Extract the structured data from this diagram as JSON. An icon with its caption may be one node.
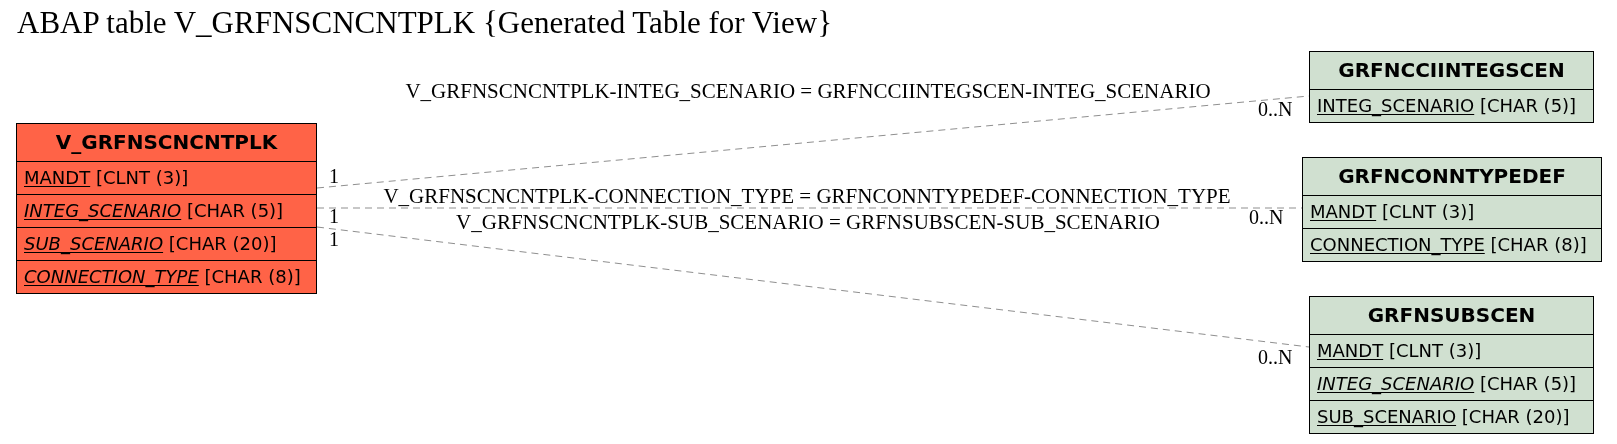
{
  "diagram": {
    "title": "ABAP table V_GRFNSCNCNTPLK {Generated Table for View}",
    "nodes": [
      {
        "text": [
          "V_GRFNSCNCNTPLK"
        ]
      },
      {
        "text": [
          "MANDT [CLNT (3)]"
        ],
        "in": 0
      },
      {
        "text": [
          "*INTEG_SCENARIO* [CHAR (5)]"
        ],
        "in": 0
      },
      {
        "text": [
          "*SUB_SCENARIO* [CHAR (20)]"
        ],
        "in": 0
      },
      {
        "text": [
          "*CONNECTION_TYPE* [CHAR (8)]"
        ],
        "in": 0
      },
      {
        "text": [
          "GRFNCCIINTEGSCEN"
        ]
      },
      {
        "text": [
          "INTEG_SCENARIO [CHAR (5)]"
        ],
        "in": 5
      },
      {
        "text": [
          "GRFNCONNTYPEDEF"
        ]
      },
      {
        "text": [
          "MANDT [CLNT (3)]"
        ],
        "in": 7
      },
      {
        "text": [
          "CONNECTION_TYPE [CHAR (8)]"
        ],
        "in": 7
      },
      {
        "text": [
          "GRFNSUBSCEN"
        ]
      },
      {
        "text": [
          "MANDT [CLNT (3)]"
        ],
        "in": 10
      },
      {
        "text": [
          "*INTEG_SCENARIO* [CHAR (5)]"
        ],
        "in": 10
      },
      {
        "text": [
          "SUB_SCENARIO [CHAR (20)]"
        ],
        "in": 10
      }
    ],
    "edges": [
      {
        "from": 0,
        "to": 5,
        "arrow": "none",
        "style": "dashed",
        "label": "V_GRFNSCNCNTPLK-INTEG_SCENARIO = GRFNCCIINTEGSCEN-INTEG_SCENARIO"
      },
      {
        "from": 0,
        "to": 7,
        "arrow": "none",
        "style": "dashed",
        "label": "V_GRFNSCNCNTPLK-CONNECTION_TYPE = GRFNCONNTYPEDEF-CONNECTION_TYPE"
      },
      {
        "from": 0,
        "to": 10,
        "arrow": "none",
        "style": "dashed",
        "label": "V_GRFNSCNCNTPLK-SUB_SCENARIO = GRFNSUBSCEN-SUB_SCENARIO"
      }
    ],
    "labels": [
      "0..N",
      "1",
      "1",
      "0..N",
      "1",
      "0..N"
    ]
  }
}
